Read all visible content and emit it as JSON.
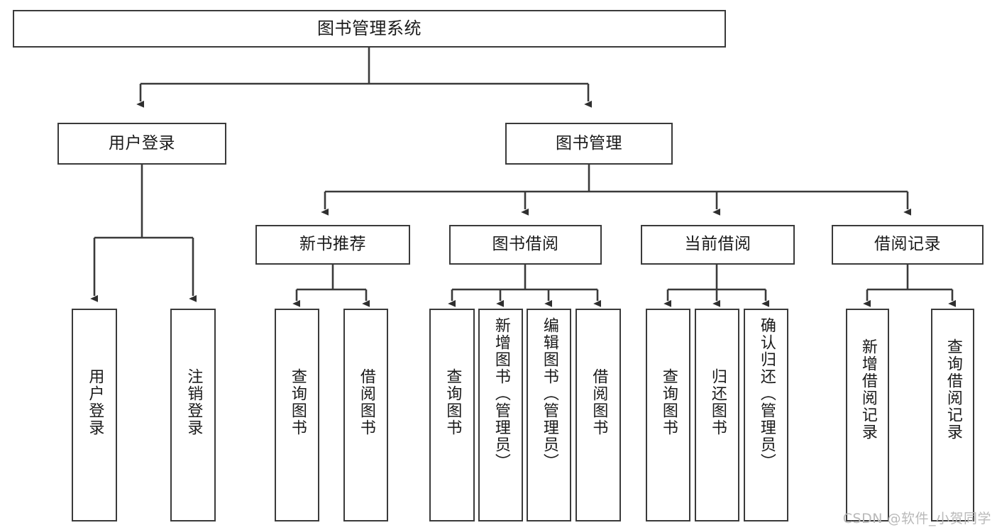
{
  "diagram": {
    "title": "图书管理系统",
    "watermark": "CSDN @软件_小贺同学",
    "stroke_color": "#3a3a3a",
    "background_color": "#ffffff",
    "text_color": "#1a1a1a"
  },
  "nodes": {
    "root": {
      "label": "图书管理系统",
      "level": 0,
      "orientation": "horizontal"
    },
    "user_login": {
      "label": "用户登录",
      "level": 1,
      "orientation": "horizontal"
    },
    "book_manage": {
      "label": "图书管理",
      "level": 1,
      "orientation": "horizontal"
    },
    "new_book_rec": {
      "label": "新书推荐",
      "level": 2,
      "orientation": "horizontal"
    },
    "book_borrow": {
      "label": "图书借阅",
      "level": 2,
      "orientation": "horizontal"
    },
    "current_borrow": {
      "label": "当前借阅",
      "level": 2,
      "orientation": "horizontal"
    },
    "borrow_record": {
      "label": "借阅记录",
      "level": 2,
      "orientation": "horizontal"
    },
    "leaf_user_login": {
      "label": "用户登录",
      "level": 3,
      "orientation": "vertical"
    },
    "leaf_logout": {
      "label": "注销登录",
      "level": 3,
      "orientation": "vertical"
    },
    "leaf_query_book_a": {
      "label": "查询图书",
      "level": 3,
      "orientation": "vertical"
    },
    "leaf_borrow_book_a": {
      "label": "借阅图书",
      "level": 3,
      "orientation": "vertical"
    },
    "leaf_query_book_b": {
      "label": "查询图书",
      "level": 3,
      "orientation": "vertical"
    },
    "leaf_add_book": {
      "label": "新增图书（管理员）",
      "level": 3,
      "orientation": "vertical"
    },
    "leaf_edit_book": {
      "label": "编辑图书（管理员）",
      "level": 3,
      "orientation": "vertical"
    },
    "leaf_borrow_book_b": {
      "label": "借阅图书",
      "level": 3,
      "orientation": "vertical"
    },
    "leaf_query_book_c": {
      "label": "查询图书",
      "level": 3,
      "orientation": "vertical"
    },
    "leaf_return_book": {
      "label": "归还图书",
      "level": 3,
      "orientation": "vertical"
    },
    "leaf_confirm_return": {
      "label": "确认归还（管理员）",
      "level": 3,
      "orientation": "vertical"
    },
    "leaf_add_record": {
      "label": "新增借阅记录",
      "level": 3,
      "orientation": "vertical"
    },
    "leaf_query_record": {
      "label": "查询借阅记录",
      "level": 3,
      "orientation": "vertical"
    }
  },
  "hierarchy": {
    "root": [
      "user_login",
      "book_manage"
    ],
    "user_login": [
      "leaf_user_login",
      "leaf_logout"
    ],
    "book_manage": [
      "new_book_rec",
      "book_borrow",
      "current_borrow",
      "borrow_record"
    ],
    "new_book_rec": [
      "leaf_query_book_a",
      "leaf_borrow_book_a"
    ],
    "book_borrow": [
      "leaf_query_book_b",
      "leaf_add_book",
      "leaf_edit_book",
      "leaf_borrow_book_b"
    ],
    "current_borrow": [
      "leaf_query_book_c",
      "leaf_return_book",
      "leaf_confirm_return"
    ],
    "borrow_record": [
      "leaf_add_record",
      "leaf_query_record"
    ]
  }
}
